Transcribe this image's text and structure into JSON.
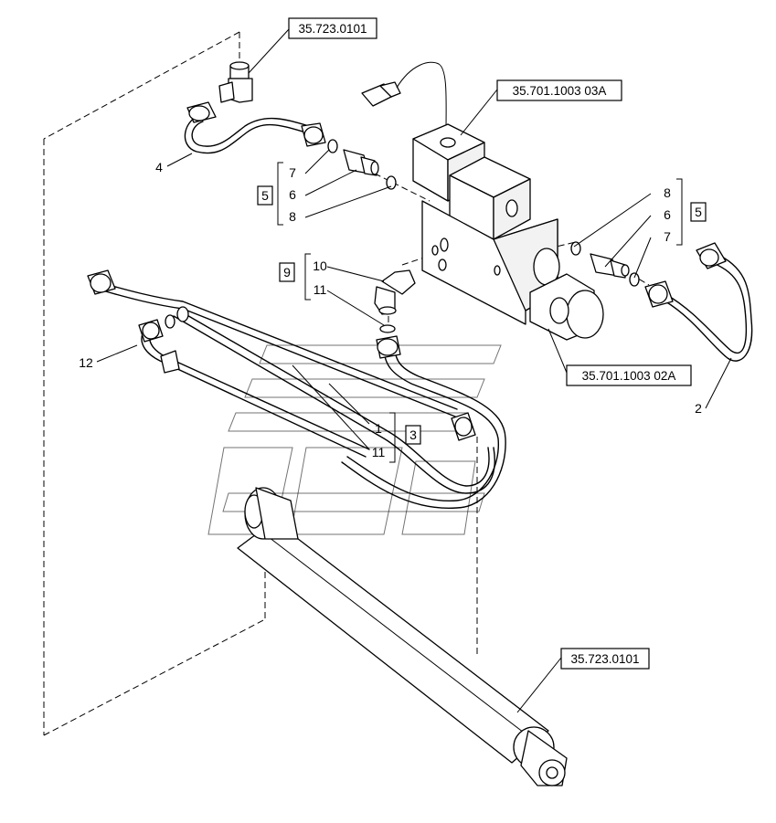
{
  "references": {
    "top_fitting": "35.723.0101",
    "valve_upper": "35.701.1003 03A",
    "valve_lower": "35.701.1003 02A",
    "cylinder": "35.723.0101"
  },
  "groups": {
    "left_group": "5",
    "right_group": "5",
    "elbow_group": "9",
    "pipe_group": "3"
  },
  "callouts": {
    "pipe_top_left": "4",
    "seal_left_top": "7",
    "adapter_left": "6",
    "seal_left_bottom": "8",
    "seal_right_top": "8",
    "adapter_right": "6",
    "seal_right_bottom": "7",
    "elbow": "10",
    "elbow_seal": "11",
    "pipe_right": "2",
    "hose_left": "12",
    "pipe_center": "1",
    "pipe_center_seal": "11"
  }
}
